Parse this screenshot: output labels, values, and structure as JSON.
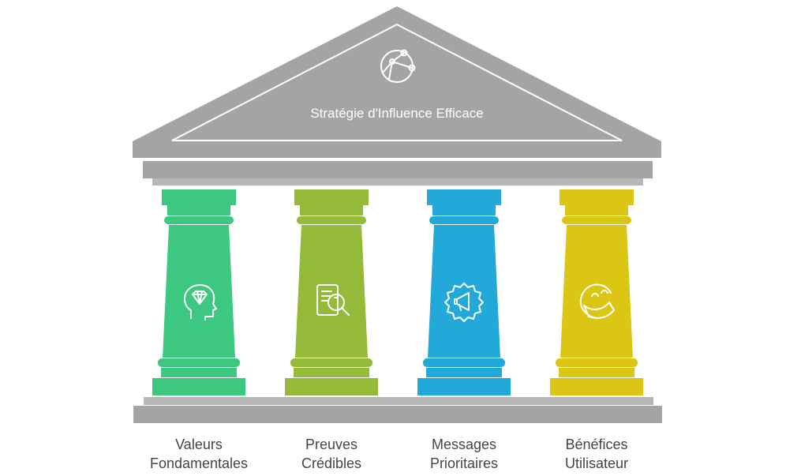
{
  "title": "Stratégie d'Influence Efficace",
  "colors": {
    "structure": "#a4a4a4",
    "structure_light": "#b6b6b6"
  },
  "pillars": [
    {
      "label_line1": "Valeurs",
      "label_line2": "Fondamentales",
      "color": "#3dc882",
      "icon": "head-diamond-icon"
    },
    {
      "label_line1": "Preuves",
      "label_line2": "Crédibles",
      "color": "#93ba38",
      "icon": "document-search-icon"
    },
    {
      "label_line1": "Messages",
      "label_line2": "Prioritaires",
      "color": "#22a8d9",
      "icon": "megaphone-gear-icon"
    },
    {
      "label_line1": "Bénéfices",
      "label_line2": "Utilisateur",
      "color": "#dcc615",
      "icon": "happy-face-icon"
    }
  ]
}
